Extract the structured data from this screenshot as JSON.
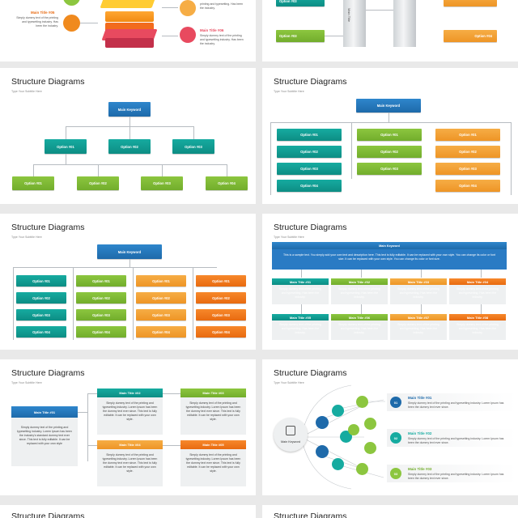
{
  "colors": {
    "blue": "#1e6aaa",
    "teal": "#0d8d84",
    "green": "#72ad2c",
    "light_orange": "#ee9526",
    "orange": "#e86a10",
    "red": "#e84a5f"
  },
  "slide_top_left": {
    "item5": {
      "title": "Main Title #05",
      "body": "Simply dummy text of the printing and typesetting industry. Has been the industry."
    },
    "item6": {
      "title": "Main Title #06",
      "body": "Simply dummy text of the printing and typesetting industry. Has been the industry."
    },
    "item4_partial_body": "printing and typesetting. Has been the industry."
  },
  "slide_top_right": {
    "options": [
      "Option #03",
      "Option #03",
      "Option #04"
    ],
    "pillar_label": "Main Title"
  },
  "common": {
    "title": "Structure Diagrams",
    "subtitle": "Type Your Subtitle Here"
  },
  "slide3": {
    "keyword": "Main Keyword",
    "level1": [
      "Option #01",
      "Option #02",
      "Option #03"
    ],
    "level2": [
      "Option #01",
      "Option #02",
      "Option #03",
      "Option #04"
    ]
  },
  "slide4": {
    "keyword": "Main Keyword",
    "columns": [
      [
        "Option #01",
        "Option #02",
        "Option #03",
        "Option #04"
      ],
      [
        "Option #01",
        "Option #02",
        "Option #03"
      ],
      [
        "Option #01",
        "Option #02",
        "Option #03",
        "Option #04"
      ]
    ]
  },
  "slide5": {
    "keyword": "Main Keyword",
    "columns": [
      [
        "Option #01",
        "Option #02",
        "Option #03",
        "Option #04"
      ],
      [
        "Option #01",
        "Option #02",
        "Option #03",
        "Option #04"
      ],
      [
        "Option #01",
        "Option #02",
        "Option #03",
        "Option #04"
      ],
      [
        "Option #01",
        "Option #02",
        "Option #03",
        "Option #04"
      ]
    ]
  },
  "slide6": {
    "keyword": "Main Keyword",
    "description": "This is a sample text. You simply add your own text and description here. This text is fully editable. It can be replaced with your own style. You can change its color or font size. It can be replaced with your own style. You can change its color or font size.",
    "cards": [
      {
        "title": "Main Title #01",
        "body": "Simply dummy text of the printing and typesetting. Has been the industry."
      },
      {
        "title": "Main Title #02",
        "body": "Simply dummy text of the printing and typesetting. Has been the industry."
      },
      {
        "title": "Main Title #03",
        "body": "Simply dummy text of the printing and typesetting. Has been the industry."
      },
      {
        "title": "Main Title #04",
        "body": "Simply dummy text of the printing and typesetting. Has been the industry."
      },
      {
        "title": "Main Title #05",
        "body": "Simply dummy text of the printing and typesetting. Has been the industry."
      },
      {
        "title": "Main Title #06",
        "body": "Simply dummy text of the printing and typesetting. Has been the industry."
      },
      {
        "title": "Main Title #07",
        "body": "Simply dummy text of the printing and typesetting. Has been the industry."
      },
      {
        "title": "Main Title #08",
        "body": "Simply dummy text of the printing and typesetting. Has been the industry."
      }
    ]
  },
  "slide7": {
    "main": {
      "title": "Main Title #01",
      "body": "Simply dummy text of the printing and typesetting industry. Lorem Ipsum has been the industry's standard dummy text ever since. This text is fully editable. It can be replaced with your own style"
    },
    "cards": [
      {
        "title": "Main Title #02",
        "body": "Simply dummy text of the printing and typesetting industry. Lorem Ipsum has been the dummy text ever since. This text is fully editable. It can be replaced with your own style."
      },
      {
        "title": "Main Title #03",
        "body": "Simply dummy text of the printing and typesetting industry. Lorem Ipsum has been the dummy text ever since. This text is fully editable. It can be replaced with your own style."
      },
      {
        "title": "Main Title #04",
        "body": "Simply dummy text of the printing and typesetting industry. Lorem Ipsum has been the dummy text ever since. This text is fully editable. It can be replaced with your own style."
      },
      {
        "title": "Main Title #05",
        "body": "Simply dummy text of the printing and typesetting industry. Lorem Ipsum has been the dummy text ever since. This text is fully editable. It can be replaced with your own style."
      }
    ]
  },
  "slide8": {
    "keyword": "Main Keyword",
    "items": [
      {
        "num": "01",
        "title": "Main Title #01",
        "body": "Simply dummy text of the printing and typesetting industry. Lorem Ipsum has been the dummy text ever since."
      },
      {
        "num": "02",
        "title": "Main Title #02",
        "body": "Simply dummy text of the printing and typesetting industry. Lorem Ipsum has been the dummy text ever since."
      },
      {
        "num": "03",
        "title": "Main Title #03",
        "body": "Simply dummy text of the printing and typesetting industry. Lorem Ipsum has been the dummy text ever since."
      }
    ]
  },
  "bottom": {
    "title_left": "Structure Diagrams",
    "title_right": "Structure Diagrams"
  }
}
